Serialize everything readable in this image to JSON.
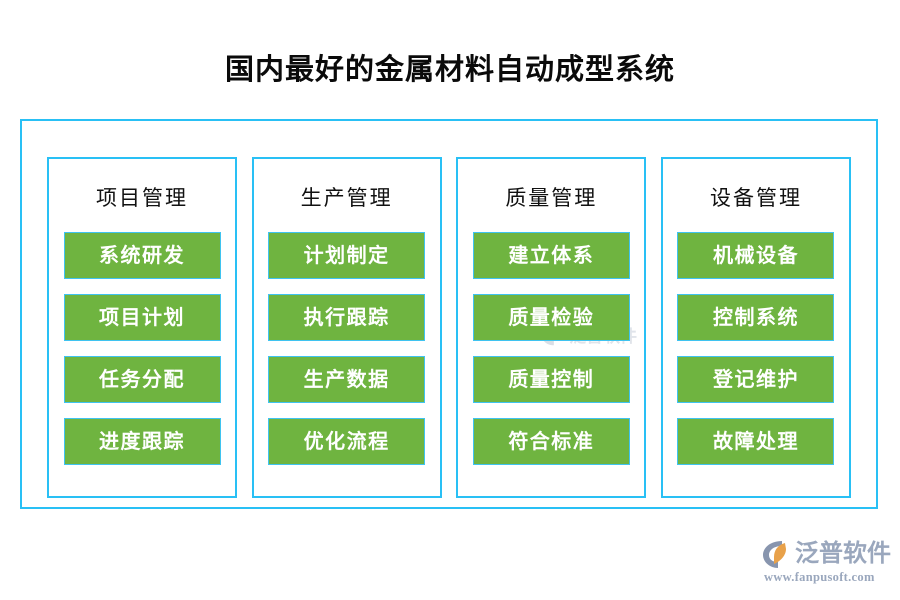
{
  "page": {
    "title": "国内最好的金属材料自动成型系统",
    "background_color": "#ffffff",
    "border_color": "#29c0f5",
    "item_color": "#6fb440",
    "item_text_color": "#ffffff",
    "title_color": "#0a0a0a"
  },
  "diagram": {
    "columns": [
      {
        "title": "项目管理",
        "items": [
          {
            "label": "系统研发"
          },
          {
            "label": "项目计划"
          },
          {
            "label": "任务分配"
          },
          {
            "label": "进度跟踪"
          }
        ]
      },
      {
        "title": "生产管理",
        "items": [
          {
            "label": "计划制定"
          },
          {
            "label": "执行跟踪"
          },
          {
            "label": "生产数据"
          },
          {
            "label": "优化流程"
          }
        ]
      },
      {
        "title": "质量管理",
        "items": [
          {
            "label": "建立体系"
          },
          {
            "label": "质量检验"
          },
          {
            "label": "质量控制"
          },
          {
            "label": "符合标准"
          }
        ]
      },
      {
        "title": "设备管理",
        "items": [
          {
            "label": "机械设备"
          },
          {
            "label": "控制系统"
          },
          {
            "label": "登记维护"
          },
          {
            "label": "故障处理"
          }
        ]
      }
    ]
  },
  "watermark": {
    "text": "泛普软件",
    "color": "#9aa7bd"
  },
  "logo": {
    "name": "泛普软件",
    "url": "www.fanpusoft.com",
    "mark_icon": "fanpu-swoosh-icon",
    "text_color": "#9aa7bd",
    "mark_color": "#8895ae",
    "mark_accent_color": "#e8a14a"
  }
}
